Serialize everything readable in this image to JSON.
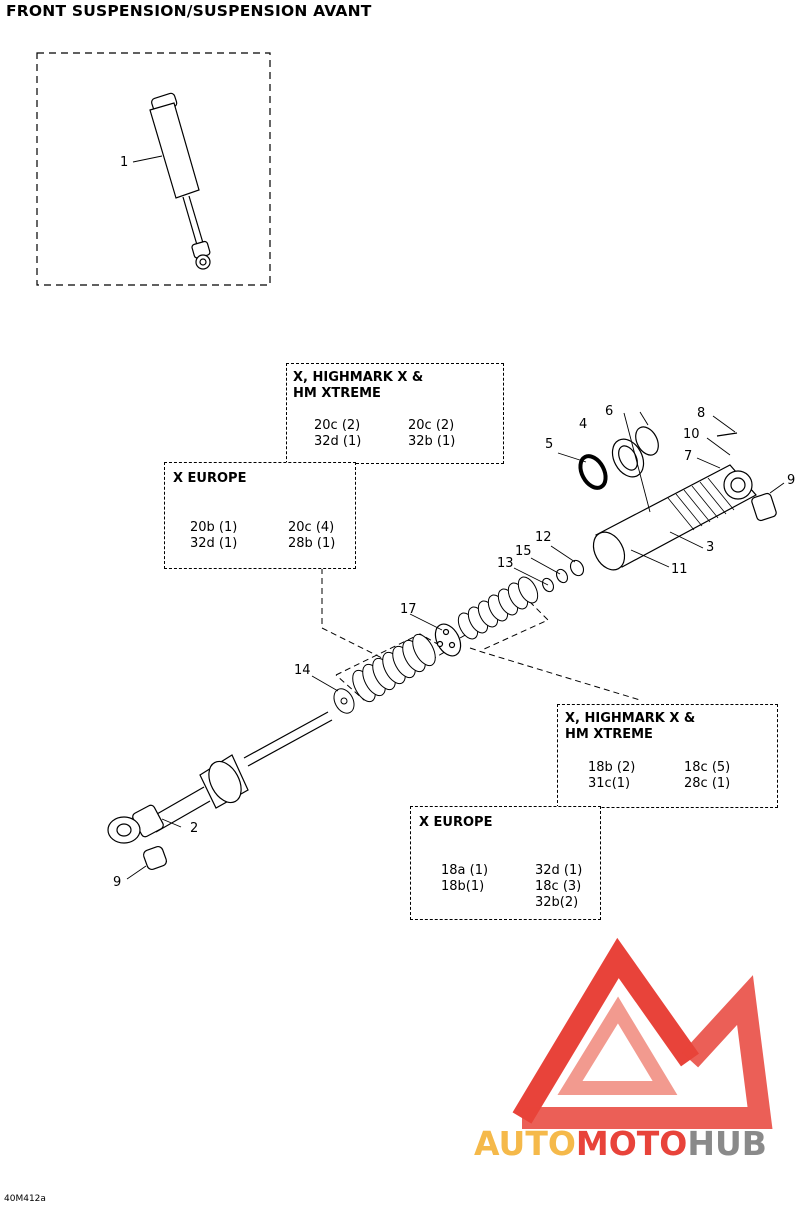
{
  "page_title": "FRONT SUSPENSION/SUSPENSION AVANT",
  "callouts": {
    "c1": "1",
    "c2": "2",
    "c3": "3",
    "c4": "4",
    "c5": "5",
    "c6": "6",
    "c7": "7",
    "c8": "8",
    "c9a": "9",
    "c9b": "9",
    "c10": "10",
    "c11": "11",
    "c12": "12",
    "c13": "13",
    "c14": "14",
    "c15": "15",
    "c17": "17"
  },
  "boxes": {
    "upper_x_highmark": {
      "title_line1": "X, HIGHMARK X &",
      "title_line2": "HM XTREME",
      "col1": [
        "20c (2)",
        "32d (1)"
      ],
      "col2": [
        "20c (2)",
        "32b (1)"
      ]
    },
    "upper_x_europe": {
      "title": "X EUROPE",
      "col1": [
        "20b (1)",
        "32d (1)"
      ],
      "col2": [
        "20c (4)",
        "28b (1)"
      ]
    },
    "lower_x_highmark": {
      "title_line1": "X, HIGHMARK X &",
      "title_line2": "HM XTREME",
      "col1": [
        "18b (2)",
        "31c(1)"
      ],
      "col2": [
        "18c (5)",
        "28c (1)"
      ]
    },
    "lower_x_europe": {
      "title": "X EUROPE",
      "col1": [
        "18a (1)",
        "18b(1)"
      ],
      "col2": [
        "32d (1)",
        "18c (3)",
        "32b(2)"
      ]
    }
  },
  "logo": {
    "part1": "AUTO",
    "part2": "MOTO",
    "part3": "HUB",
    "colors": {
      "red": "#e8433a",
      "orange": "#f5b94a",
      "gray": "#8a8a8a"
    }
  },
  "diagram_code": "40M412a"
}
